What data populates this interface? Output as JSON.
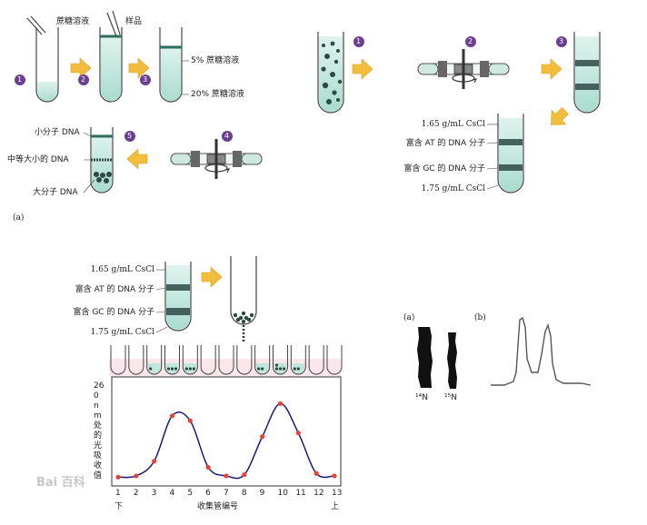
{
  "panel_a": {
    "sucrose_solution": "蔗糖溶液",
    "sample": "样品",
    "pct5": "5% 蔗糖溶液",
    "pct20": "20% 蔗糖溶液",
    "small_dna": "小分子 DNA",
    "medium_dna": "中等大小的 DNA",
    "large_dna": "大分子 DNA",
    "caption": "(a)",
    "steps": [
      "1",
      "2",
      "3",
      "4",
      "5"
    ]
  },
  "panel_b": {
    "steps": [
      "1",
      "2",
      "3"
    ],
    "d165": "1.65 g/mL CsCl",
    "at_rich": "富含 AT 的 DNA 分子",
    "gc_rich": "富含 GC 的 DNA 分子",
    "d175": "1.75 g/mL CsCl"
  },
  "panel_c": {
    "d165": "1.65 g/mL CsCl",
    "at_rich": "富含 AT 的 DNA 分子",
    "gc_rich": "富含 GC 的 DNA 分子",
    "d175": "1.75 g/mL CsCl",
    "y_axis_label": "260 nm 处的光吸收值",
    "x_axis_label": "收集管编号",
    "x_left": "下",
    "x_right": "上",
    "watermark": "Bai 百科"
  },
  "panel_d": {
    "label_a": "(a)",
    "label_b": "(b)",
    "n14": "¹⁴N",
    "n15": "¹⁵N"
  },
  "colors": {
    "step_badge": "#6b3f8f",
    "arrow": "#f2bd3c",
    "solution": "#bfe6dc",
    "band": "#2e4a45",
    "curve": "#1a1a7a",
    "point": "#e8433b"
  },
  "chart_data": {
    "type": "line",
    "x": [
      1,
      2,
      3,
      4,
      5,
      6,
      7,
      8,
      9,
      10,
      11,
      12,
      13
    ],
    "values": [
      0.02,
      0.03,
      0.15,
      0.52,
      0.48,
      0.1,
      0.03,
      0.04,
      0.35,
      0.62,
      0.38,
      0.05,
      0.03
    ],
    "xlabel": "收集管编号",
    "ylabel": "260 nm 处的光吸收值",
    "xlim": [
      1,
      13
    ],
    "ylim": [
      0,
      0.8
    ]
  }
}
